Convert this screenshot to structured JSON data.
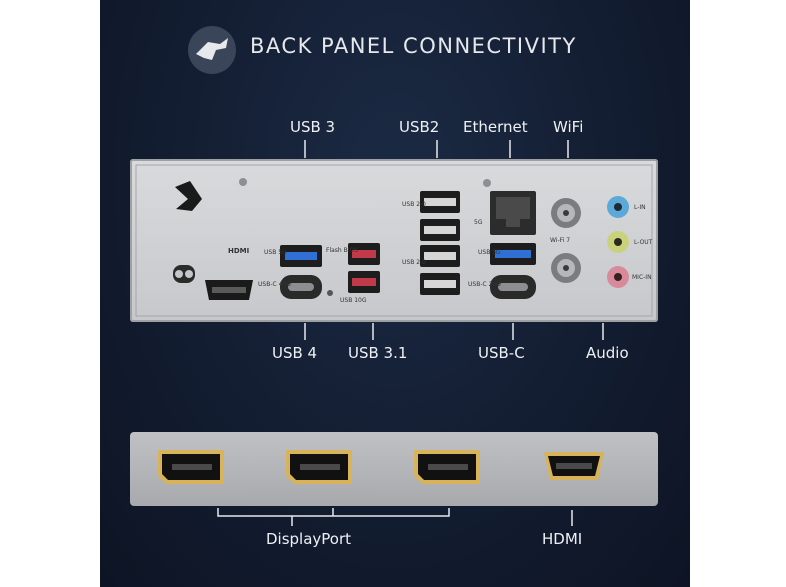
{
  "title": "BACK PANEL CONNECTIVITY",
  "labels": {
    "usb3": "USB 3",
    "usb2": "USB2",
    "ethernet": "Ethernet",
    "wifi": "WiFi",
    "usb4": "USB 4",
    "usb31": "USB 3.1",
    "usbc": "USB-C",
    "audio": "Audio",
    "displayport": "DisplayPort",
    "hdmi": "HDMI"
  },
  "panel_text": {
    "hdmi_logo": "HDMI",
    "usb_5g": "USB\n5G",
    "usbc_40g": "USB-C\n40G",
    "flash_bios": "Flash BIOS",
    "usb_10g": "USB 10G",
    "usb20_a": "USB 2.0",
    "usb20_b": "USB 2.0",
    "g5": "5G",
    "usb_5g_b": "USB\n5G",
    "usbc_20g": "USB-C\n20G",
    "wifi7": "Wi-Fi 7",
    "lin": "L-IN",
    "lout": "L-OUT",
    "micin": "MIC-IN"
  },
  "colors": {
    "background": "#131d31",
    "usb3_blue": "#2f6fd6",
    "usb_red": "#c23a4a",
    "audio_blue": "#5aa9d8",
    "audio_green": "#c9d27a",
    "audio_pink": "#d98a9a"
  }
}
